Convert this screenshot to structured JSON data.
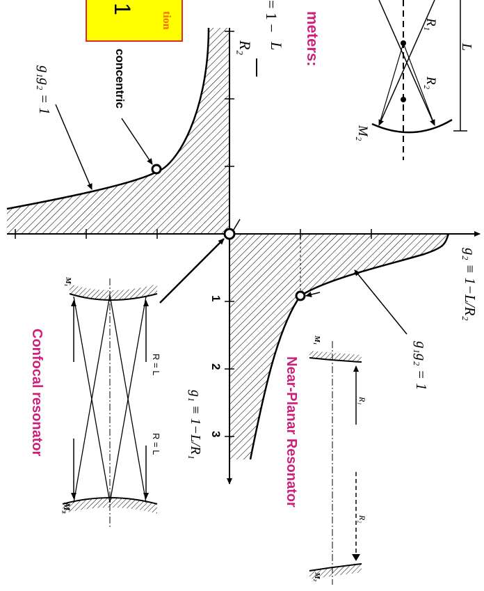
{
  "colors": {
    "accent_magenta": "#cc1f7a",
    "box_fill": "#ffff00",
    "box_border": "#e02a2a",
    "box_text": "#ff6a00",
    "line": "#000000"
  },
  "top_box": {
    "partial_word": "tion",
    "digit": "1"
  },
  "parameters": {
    "heading_fragment": "meters:",
    "formula_fragment": "= 1 −",
    "numerator": "L",
    "denominator": "R₂"
  },
  "labels": {
    "concentric": "concentric",
    "g1g2_upper": "g₁g₂ = 1",
    "g1g2_lower": "g₁g₂ = 1",
    "g2_axis": "g₂ ≡ 1−L/R₂",
    "g1_axis": "g₁ ≡ 1−L/R₁"
  },
  "ticks": {
    "g1": [
      "1",
      "2",
      "3"
    ]
  },
  "top_resonator": {
    "r1": "R₁",
    "r2": "R₂",
    "m2": "M₂",
    "length": "L"
  },
  "confocal": {
    "title": "Confocal resonator",
    "m1": "M₁",
    "m2": "M₂",
    "r_left": "R = L",
    "r_right": "R = L"
  },
  "near_planar": {
    "title": "Near-Planar Resonator",
    "m1": "M₁",
    "m2": "M₂",
    "r1": "R₁",
    "r2": "R₂"
  }
}
